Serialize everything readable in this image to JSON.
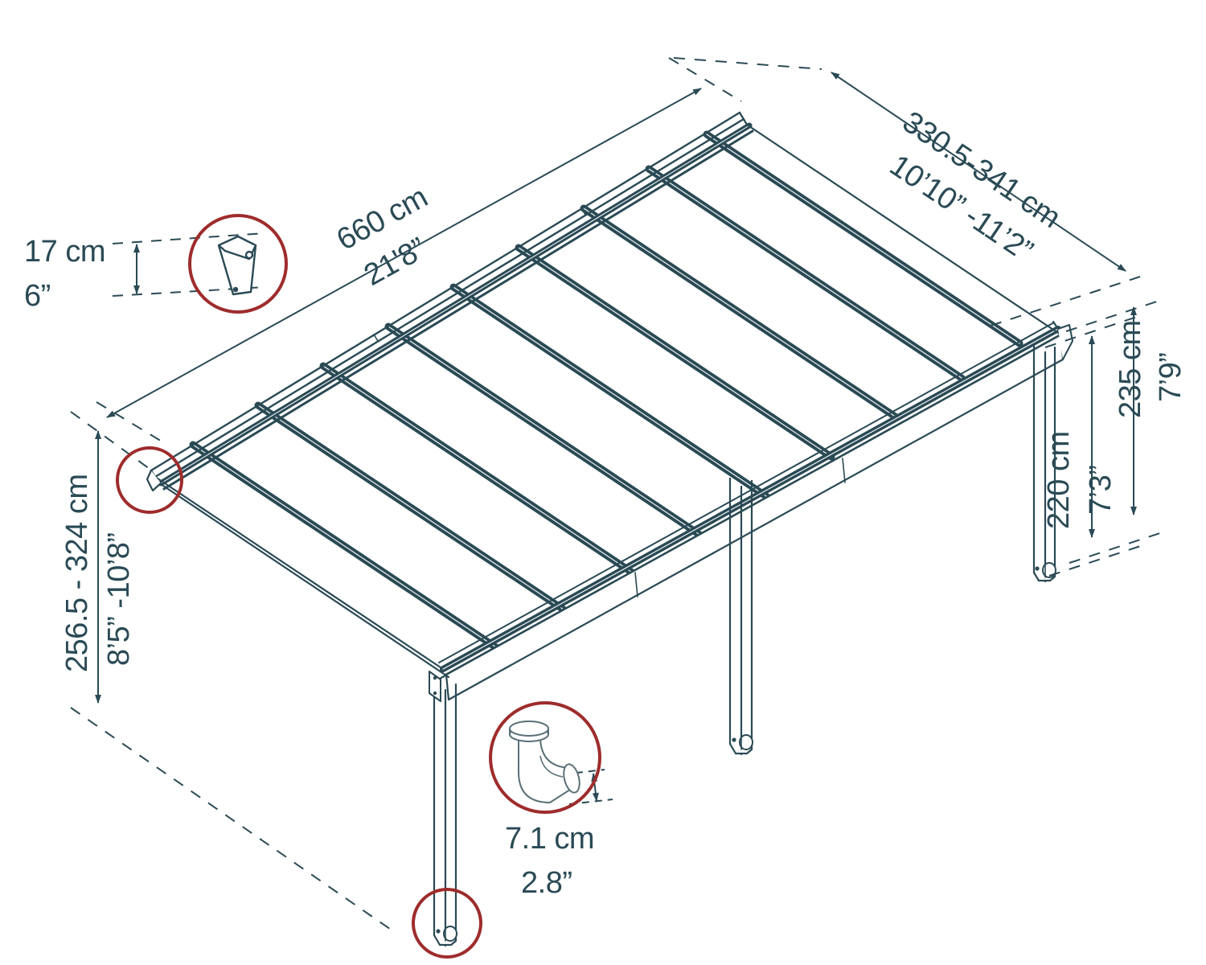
{
  "drawing": {
    "title": "Patio cover isometric dimension drawing",
    "colors": {
      "line": "#2a4a55",
      "callout_red": "#9e2c2c",
      "panel_fill": "#ffffff",
      "background": "#ffffff"
    }
  },
  "dimensions": {
    "width": {
      "metric": "660 cm",
      "imperial": "21'8”"
    },
    "depth": {
      "metric": "330.5-341 cm",
      "imperial": "10’10” -11’2”"
    },
    "wall_height": {
      "metric": "256.5 - 324 cm",
      "imperial": "8’5” -10’8”"
    },
    "post_height": {
      "metric": "220 cm",
      "imperial": "7’3”"
    },
    "front_height": {
      "metric": "235 cm",
      "imperial": "7’9”"
    }
  },
  "callouts": {
    "bracket": {
      "metric": "17 cm",
      "imperial": "6”",
      "detail_name": "wall-bracket-detail"
    },
    "drain_elbow": {
      "metric": "7.1 cm",
      "imperial": "2.8”",
      "detail_name": "drain-elbow-detail"
    }
  },
  "icons": {
    "bracket": "wall-bracket-icon",
    "elbow": "drain-elbow-icon",
    "corner_left": "roof-corner-detail-icon",
    "post_base": "post-base-drain-icon"
  }
}
